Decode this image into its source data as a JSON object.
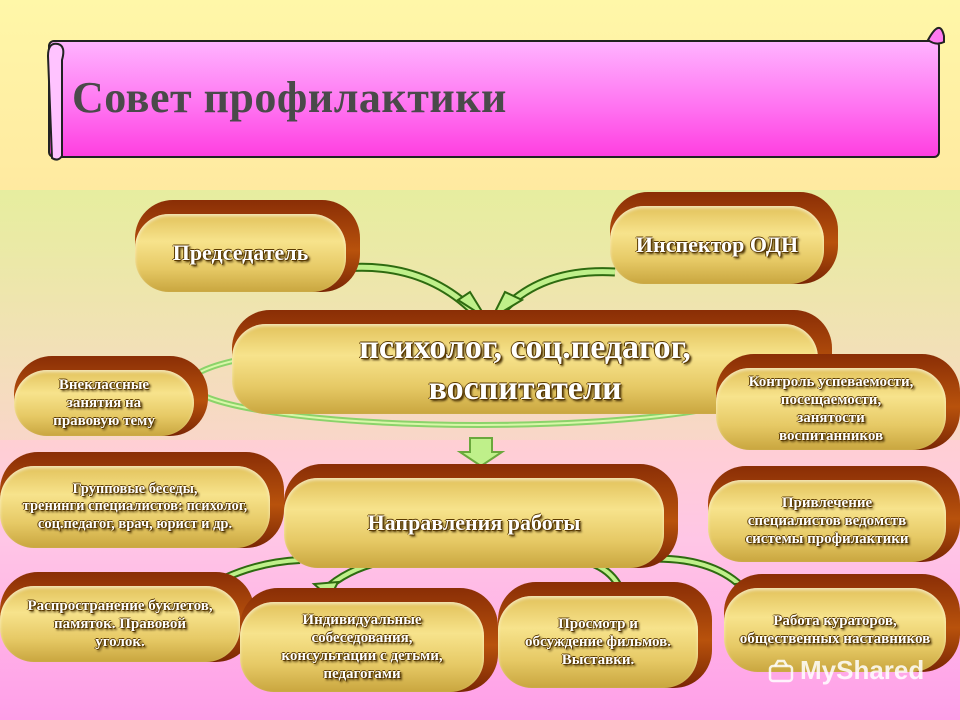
{
  "title": "Совет профилактики",
  "nodes": {
    "chairman": "Председатель",
    "inspector": "Инспектор ОДН",
    "center_line1": "психолог,  соц.педагог,",
    "center_line2": "воспитатели",
    "left1": [
      "Внеклассные",
      "занятия на",
      "правовую тему"
    ],
    "right1": [
      "Контроль успеваемости,",
      "посещаемости,",
      "занятости",
      "воспитанников"
    ],
    "left2": [
      "Групповые беседы,",
      "тренинги специалистов: психолог,",
      "соц.педагог, врач, юрист и др."
    ],
    "directions": "Направления работы",
    "right2": [
      "Привлечение",
      "специалистов ведомств",
      "системы профилактики"
    ],
    "bottom1": [
      "Распространение  буклетов,",
      "памяток. Правовой",
      "уголок."
    ],
    "bottom2": [
      "Индивидуальные",
      "собеседования,",
      "консультации с детьми,",
      "педагогами"
    ],
    "bottom3": [
      "Просмотр и",
      "обсуждение фильмов.",
      "Выставки."
    ],
    "bottom4": [
      "Работа кураторов,",
      "общественных наставников"
    ]
  },
  "watermark": "MyShared",
  "colors": {
    "banner": "#ff6ff0",
    "pill_face": "#f7e38c",
    "pill_shadow": "#8a2e06",
    "arrow": "#a8e060"
  }
}
